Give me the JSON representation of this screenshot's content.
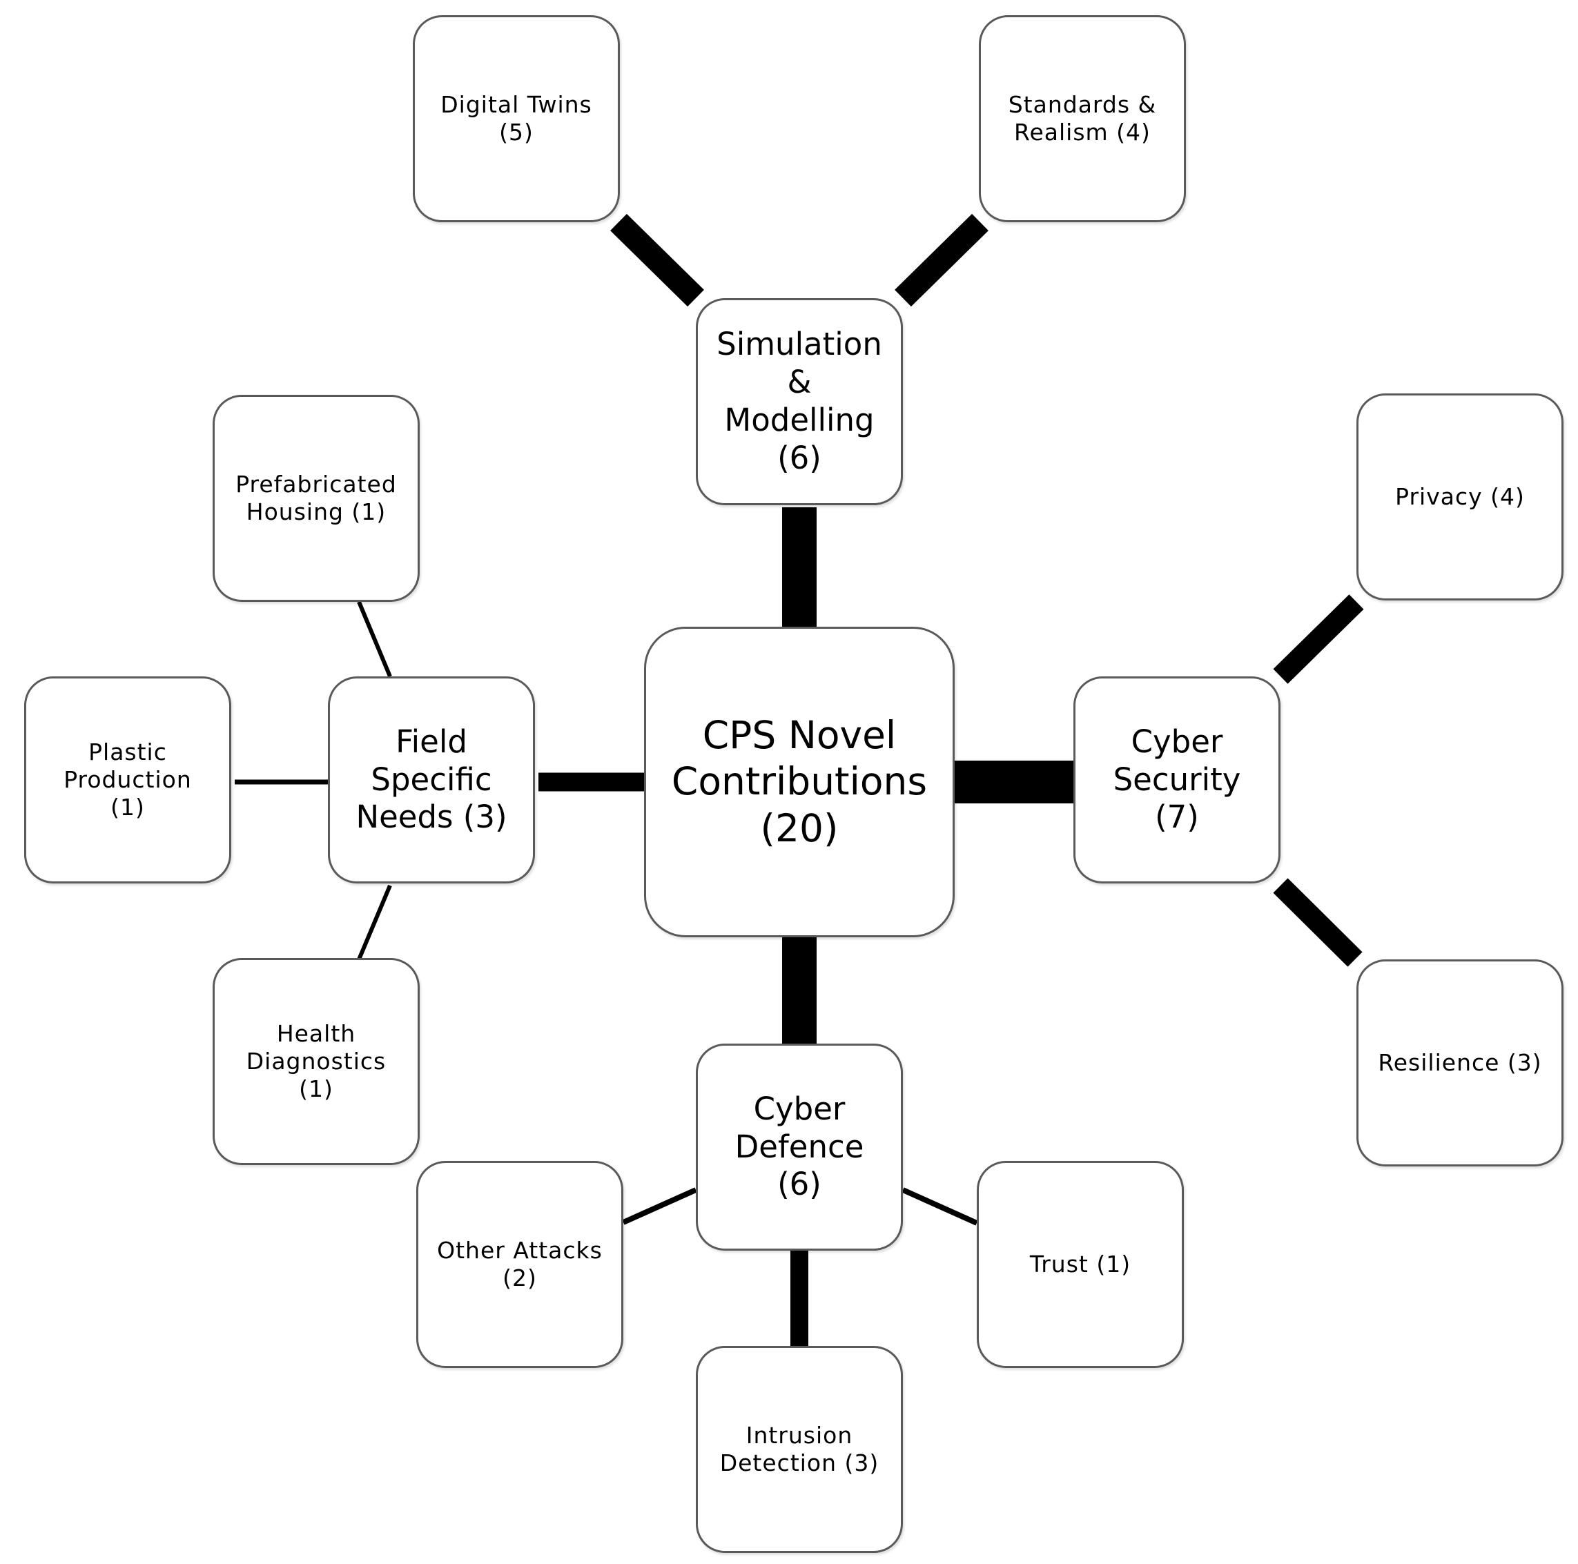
{
  "center": {
    "label": "CPS Novel\nContributions\n(20)"
  },
  "branches": {
    "simulation": {
      "label": "Simulation\n&\nModelling\n(6)",
      "children": [
        "Digital Twins\n(5)",
        "Standards &\nRealism (4)"
      ]
    },
    "cyber_security": {
      "label": "Cyber\nSecurity (7)",
      "children": [
        "Privacy (4)",
        "Resilience (3)"
      ]
    },
    "cyber_defence": {
      "label": "Cyber\nDefence\n(6)",
      "children": [
        "Other Attacks\n(2)",
        "Intrusion\nDetection (3)",
        "Trust (1)"
      ]
    },
    "field_specific": {
      "label": "Field\nSpecific\nNeeds (3)",
      "children": [
        "Prefabricated\nHousing (1)",
        "Plastic\nProduction\n(1)",
        "Health\nDiagnostics\n(1)"
      ]
    }
  }
}
